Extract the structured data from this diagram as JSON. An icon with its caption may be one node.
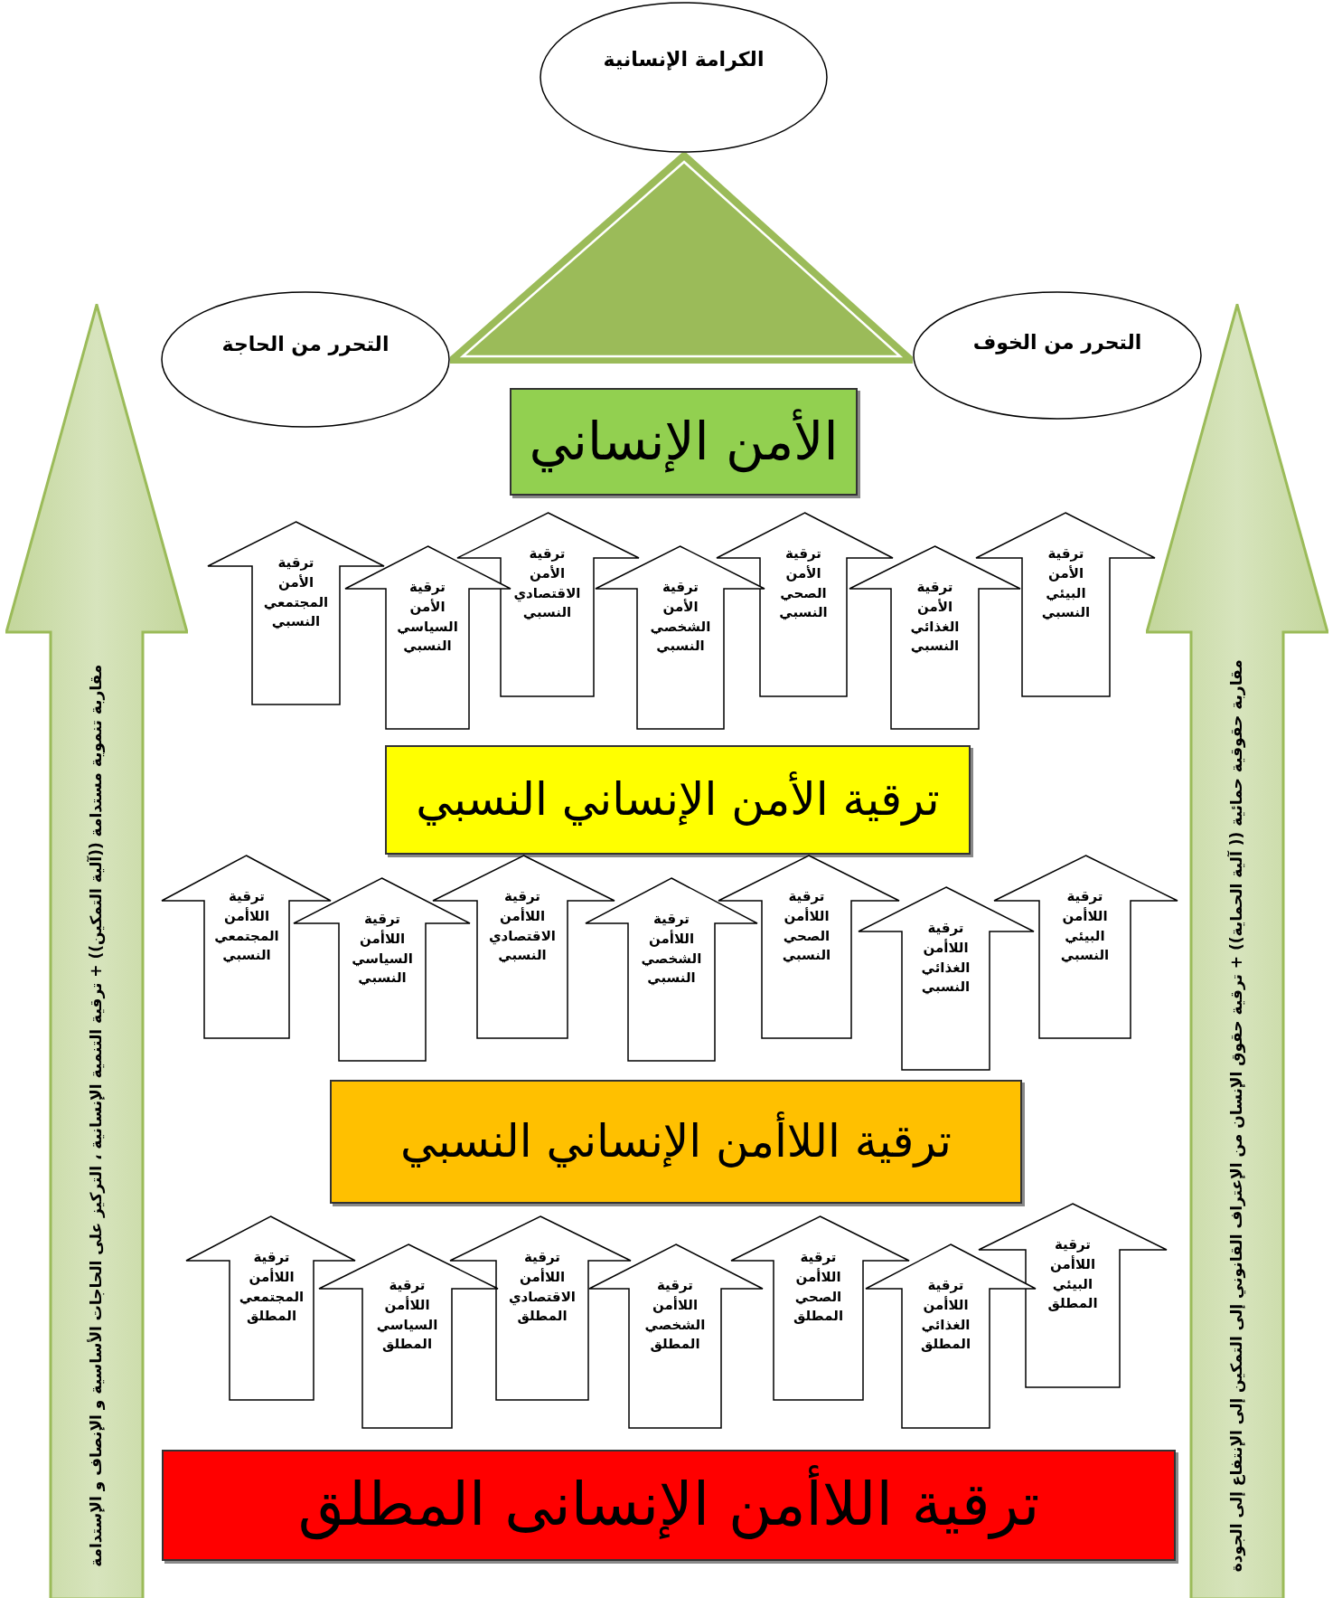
{
  "diagram": {
    "nodes": [
      {
        "text": [
          "الكرامة الإنسانية"
        ]
      },
      {
        "text": [
          "التحرر من الخوف"
        ]
      },
      {
        "text": [
          "التحرر من الحاجة"
        ]
      },
      {
        "text": [
          "الأمن الإنساني"
        ]
      },
      {
        "text": [
          "ترقية الأمن البيئي النسبي"
        ]
      },
      {
        "text": [
          "ترقية الأمن الغذائي النسبي"
        ]
      },
      {
        "text": [
          "ترقية الأمن الصحي النسبي"
        ]
      },
      {
        "text": [
          "ترقية الأمن الشخصي النسبي"
        ]
      },
      {
        "text": [
          "ترقية الأمن الاقتصادي النسبي"
        ]
      },
      {
        "text": [
          "ترقية الأمن السياسي النسبي"
        ]
      },
      {
        "text": [
          "ترقية الأمن المجتمعي النسبي"
        ]
      },
      {
        "text": [
          "ترقية الأمن الإنساني النسبي"
        ]
      },
      {
        "text": [
          "ترقية اللاأمن البيئي النسبي"
        ]
      },
      {
        "text": [
          "ترقية اللاأمن الغذائي النسبي"
        ]
      },
      {
        "text": [
          "ترقية اللاأمن الصحي النسبي"
        ]
      },
      {
        "text": [
          "ترقية اللاأمن الشخصي النسبي"
        ]
      },
      {
        "text": [
          "ترقية اللاأمن الاقتصادي النسبي"
        ]
      },
      {
        "text": [
          "ترقية اللاأمن السياسي النسبي"
        ]
      },
      {
        "text": [
          "ترقية اللاأمن المجتمعي النسبي"
        ]
      },
      {
        "text": [
          "ترقية اللاأمن الإنساني النسبي"
        ]
      },
      {
        "text": [
          "ترقية اللاأمن البيئي المطلق"
        ]
      },
      {
        "text": [
          "ترقية اللاأمن الغذائي المطلق"
        ]
      },
      {
        "text": [
          "ترقية اللاأمن الصحي المطلق"
        ]
      },
      {
        "text": [
          "ترقية اللاأمن الشخصي المطلق"
        ]
      },
      {
        "text": [
          "ترقية اللاأمن الاقتصادي المطلق"
        ]
      },
      {
        "text": [
          "ترقية اللاأمن السياسي المطلق"
        ]
      },
      {
        "text": [
          "ترقية اللاأمن المجتمعي المطلق"
        ]
      },
      {
        "text": [
          "ترقية اللاأمن الإنسانى المطلق"
        ]
      },
      {
        "text": [
          "مقاربة حقوقية حمائية (( آلية الحماية)) + ترقية حقوق الإنسان من الإعتراف القانوني إلى التمكين إلى الإنتفاع إلى الجودة"
        ]
      },
      {
        "text": [
          "مقاربة تنموية مستدامة ((آلية التمكين)) + ترقية التنمية الإنسانية ، التركيز على الحاجات الأساسية و الإنصاف و الإستدامة"
        ]
      }
    ]
  }
}
